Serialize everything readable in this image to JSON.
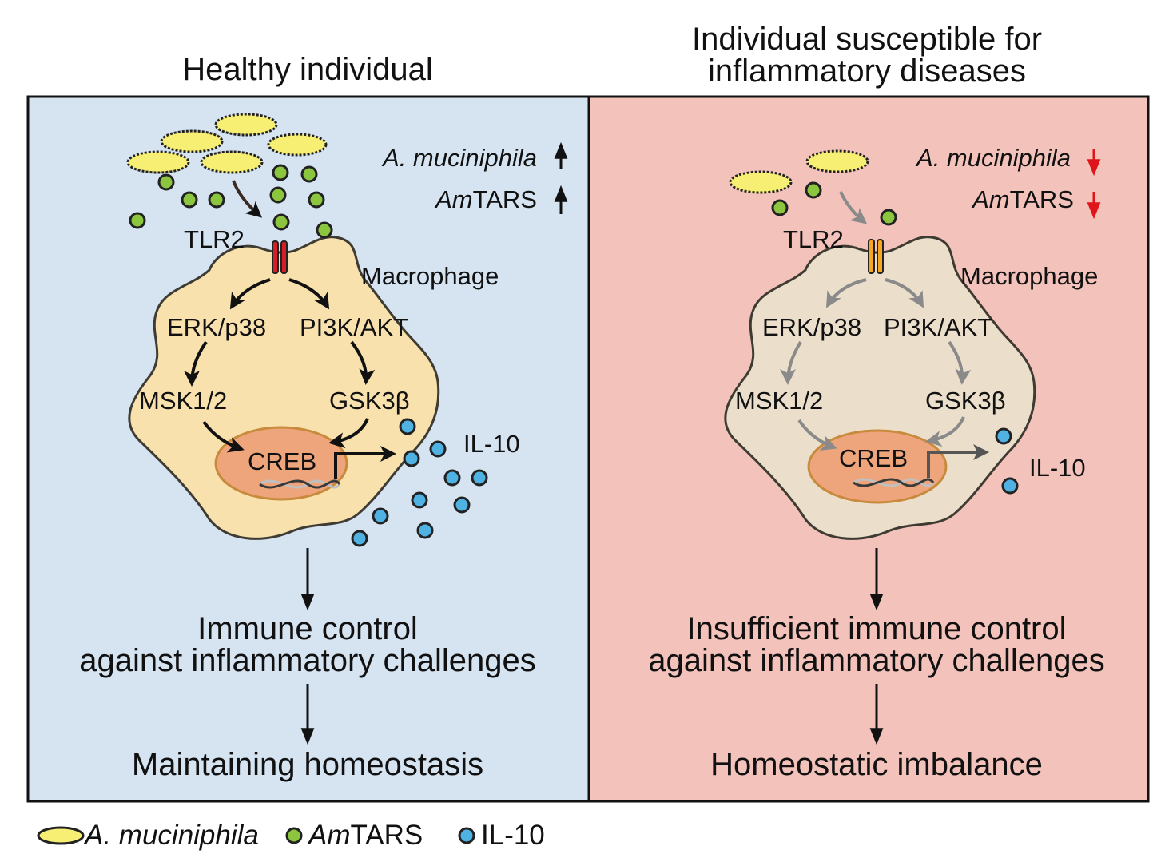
{
  "colors": {
    "left_bg": "#d6e3f1",
    "right_bg": "#f3c3bb",
    "cell_healthy": "#f8e1ad",
    "cell_disease": "#ebdfcb",
    "nucleus": "#efa57c",
    "bacteria": "#f7ee74",
    "amtars": "#8cc63f",
    "il10": "#4fb2e3",
    "tlr2_healthy": "#d32024",
    "tlr2_disease": "#f5a623",
    "arrow_down": "#e0141b",
    "arrow_gray": "#8a8a8a"
  },
  "left": {
    "title": "Healthy individual",
    "legend_line1_italic": "A. muciniphila",
    "legend_line2_italic": "Am",
    "legend_line2_rest": "TARS",
    "trend_icon": "up-arrow-icon",
    "receptor": "TLR2",
    "cell": "Macrophage",
    "pathway": {
      "left_top": "ERK/p38",
      "right_top": "PI3K/AKT",
      "left_bottom": "MSK1/2",
      "right_bottom": "GSK3β",
      "center": "CREB",
      "output": "IL-10"
    },
    "outcome1_line1": "Immune control",
    "outcome1_line2": "against inflammatory challenges",
    "outcome2": "Maintaining homeostasis"
  },
  "right": {
    "title_line1": "Individual susceptible for",
    "title_line2": "inflammatory diseases",
    "legend_line1_italic": "A. muciniphila",
    "legend_line2_italic": "Am",
    "legend_line2_rest": "TARS",
    "trend_icon": "down-arrow-icon",
    "receptor": "TLR2",
    "cell": "Macrophage",
    "pathway": {
      "left_top": "ERK/p38",
      "right_top": "PI3K/AKT",
      "left_bottom": "MSK1/2",
      "right_bottom": "GSK3β",
      "center": "CREB",
      "output": "IL-10"
    },
    "outcome1_line1": "Insufficient immune control",
    "outcome1_line2": "against inflammatory challenges",
    "outcome2": "Homeostatic imbalance"
  },
  "legend": {
    "bacteria_label": "A. muciniphila",
    "amtars_label_italic": "Am",
    "amtars_label_rest": "TARS",
    "il10_label": "IL-10"
  }
}
